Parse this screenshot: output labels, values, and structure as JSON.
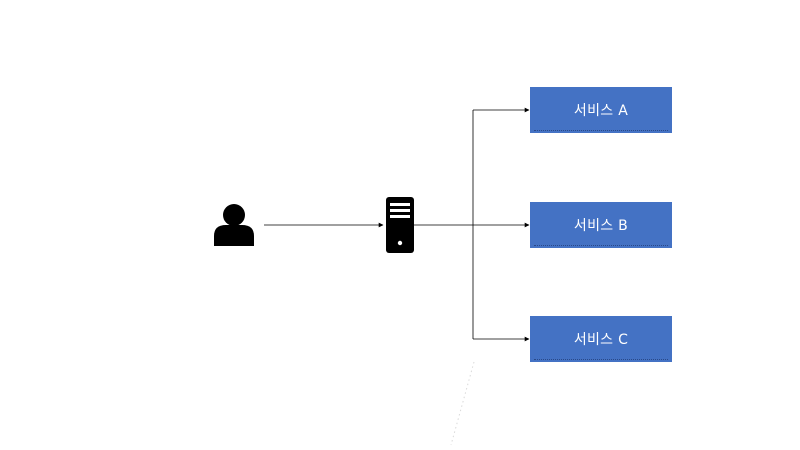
{
  "services": [
    {
      "label": "서비스 A"
    },
    {
      "label": "서비스 B"
    },
    {
      "label": "서비스 C"
    }
  ],
  "icons": {
    "user": "person-icon",
    "server": "server-tower-icon"
  },
  "colors": {
    "service_fill": "#4472c4",
    "service_text": "#ffffff",
    "icon": "#000000",
    "connector": "#000000"
  }
}
